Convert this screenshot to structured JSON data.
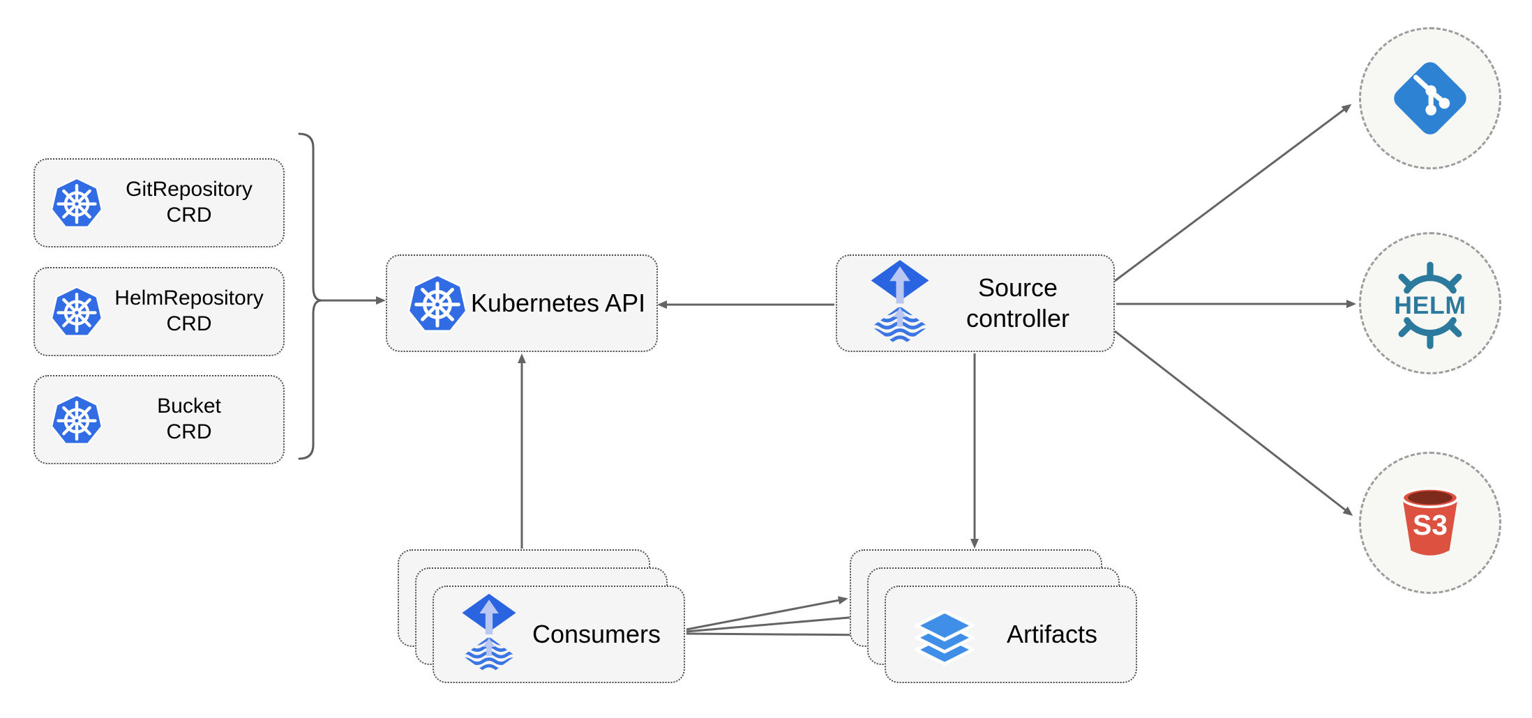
{
  "nodes": {
    "crds": [
      {
        "id": "gitrepository-crd",
        "label": "GitRepository\nCRD",
        "icon": "kubernetes-icon"
      },
      {
        "id": "helmrepository-crd",
        "label": "HelmRepository\nCRD",
        "icon": "kubernetes-icon"
      },
      {
        "id": "bucket-crd",
        "label": "Bucket\nCRD",
        "icon": "kubernetes-icon"
      }
    ],
    "kubernetes_api": {
      "label": "Kubernetes API",
      "icon": "kubernetes-icon"
    },
    "source_controller": {
      "label": "Source\ncontroller",
      "icon": "flux-icon"
    },
    "consumers": {
      "label": "Consumers",
      "icon": "flux-icon",
      "stacked": true
    },
    "artifacts": {
      "label": "Artifacts",
      "icon": "layers-icon",
      "stacked": true
    },
    "sources": {
      "git": {
        "icon": "git-icon"
      },
      "helm": {
        "icon": "helm-icon",
        "label": "HELM"
      },
      "s3": {
        "icon": "s3-bucket-icon",
        "label": "S3"
      }
    }
  },
  "edges": [
    {
      "from": "crds",
      "to": "kubernetes-api",
      "via": "bracket"
    },
    {
      "from": "source-controller",
      "to": "kubernetes-api"
    },
    {
      "from": "consumers",
      "to": "kubernetes-api"
    },
    {
      "from": "source-controller",
      "to": "git-source"
    },
    {
      "from": "source-controller",
      "to": "helm-source"
    },
    {
      "from": "source-controller",
      "to": "s3-source"
    },
    {
      "from": "source-controller",
      "to": "artifacts"
    },
    {
      "from": "consumers",
      "to": "artifacts"
    },
    {
      "from": "consumers",
      "to": "artifacts"
    },
    {
      "from": "consumers",
      "to": "artifacts"
    }
  ],
  "colors": {
    "node_fill": "#f5f5f5",
    "node_border": "#4a4a4a",
    "circle_fill": "#f7f7f4",
    "circle_border": "#9c9c9c",
    "edge": "#646464",
    "kubernetes_blue": "#326ce5",
    "flux_blue": "#2b64e0",
    "flux_arrow_light": "#b9c7f2",
    "git_blue": "#2e82d4",
    "helm_teal": "#2b7a9d",
    "s3_red": "#dd5141",
    "s3_dark_red": "#7e2b1e",
    "layers_blue": "#3f8ee8"
  }
}
